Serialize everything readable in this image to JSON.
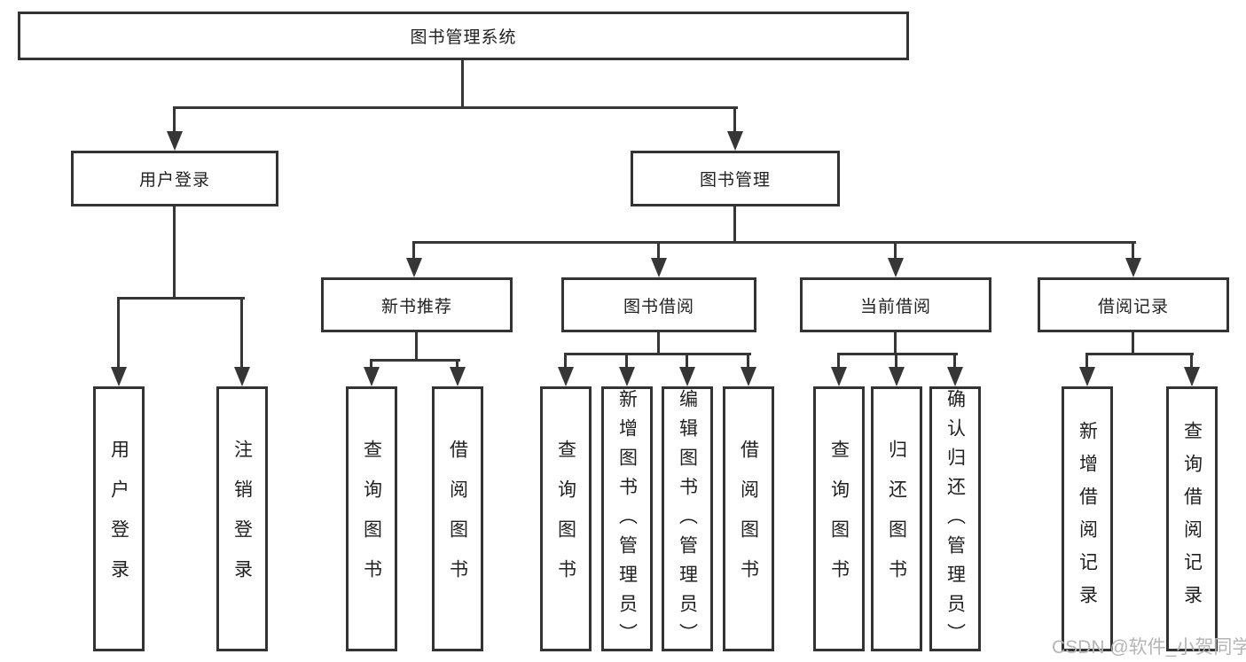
{
  "tree": {
    "root": {
      "label": "图书管理系统",
      "children": [
        {
          "label": "用户登录",
          "children": [
            {
              "label": "用户登录"
            },
            {
              "label": "注销登录"
            }
          ]
        },
        {
          "label": "图书管理",
          "children": [
            {
              "label": "新书推荐",
              "children": [
                {
                  "label": "查询图书"
                },
                {
                  "label": "借阅图书"
                }
              ]
            },
            {
              "label": "图书借阅",
              "children": [
                {
                  "label": "查询图书"
                },
                {
                  "label": "新增图书（管理员）"
                },
                {
                  "label": "编辑图书（管理员）"
                },
                {
                  "label": "借阅图书"
                }
              ]
            },
            {
              "label": "当前借阅",
              "children": [
                {
                  "label": "查询图书"
                },
                {
                  "label": "归还图书"
                },
                {
                  "label": "确认归还（管理员）"
                }
              ]
            },
            {
              "label": "借阅记录",
              "children": [
                {
                  "label": "新增借阅记录"
                },
                {
                  "label": "查询借阅记录"
                }
              ]
            }
          ]
        }
      ]
    }
  },
  "watermark": {
    "text": "CSDN @软件_小贺同学"
  },
  "colors": {
    "line": "#363636",
    "border": "#333333",
    "text": "#212121",
    "background": "#ffffff",
    "watermark": "#b5b5b5"
  }
}
